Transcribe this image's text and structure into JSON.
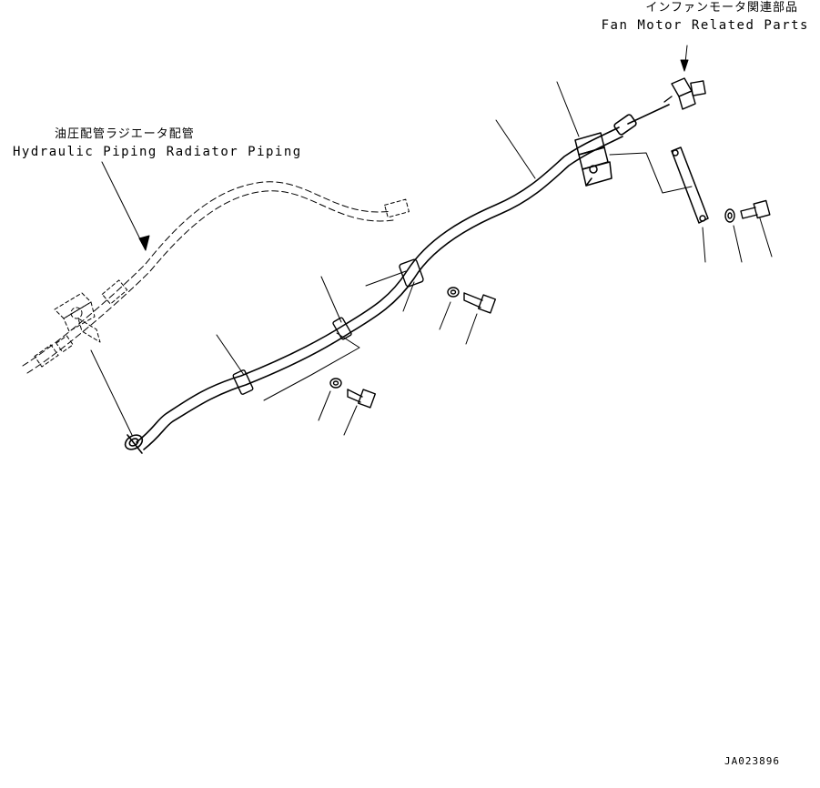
{
  "labels": {
    "fan_motor_jp": "インファンモータ関連部品",
    "fan_motor_en": "Fan Motor Related Parts",
    "hydraulic_jp": "油圧配管ラジエータ配管",
    "hydraulic_en": "Hydraulic Piping Radiator Piping"
  },
  "drawing_id": "JA023896",
  "colors": {
    "line": "#000000",
    "background": "#ffffff"
  },
  "parts": {
    "main_tube": "main-hydraulic-tube",
    "ghost_hose": "radiator-hose-phantom",
    "elbow": "fan-motor-elbow-fitting",
    "clamp_block": "split-clamp-block",
    "bracket": "support-bracket-plate"
  }
}
